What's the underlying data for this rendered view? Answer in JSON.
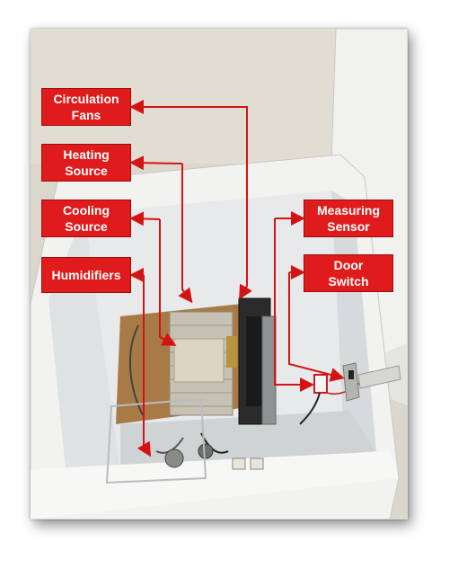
{
  "labels": {
    "circulation_fans": "Circulation\nFans",
    "heating_source": "Heating\nSource",
    "cooling_source": "Cooling\nSource",
    "humidifiers": "Humidifiers",
    "measuring_sensor": "Measuring\nSensor",
    "door_switch": "Door\nSwitch"
  },
  "colors": {
    "label_background": "#e01b1b",
    "label_text": "#ffffff",
    "arrow": "#d41414"
  }
}
